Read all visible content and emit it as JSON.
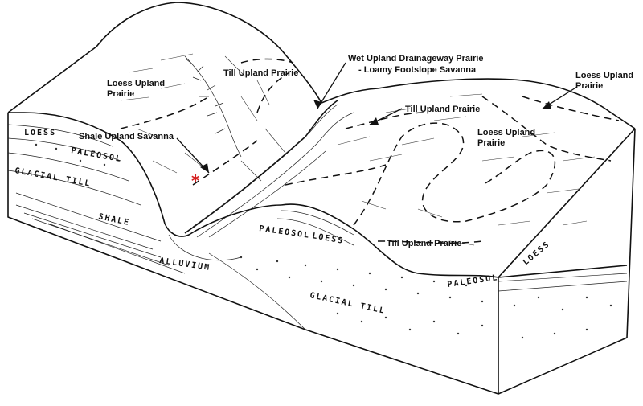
{
  "labels": {
    "loess_upland_prairie_left": [
      "Loess Upland",
      "Prairie"
    ],
    "till_upland_prairie_upper": "Till Upland Prairie",
    "wet_upland_drainageway": [
      "Wet Upland Drainageway Prairie",
      "- Loamy Footslope Savanna"
    ],
    "loess_upland_prairie_right_top": [
      "Loess Upland",
      "Prairie"
    ],
    "till_upland_prairie_right": "Till Upland Prairie",
    "loess_upland_prairie_center": [
      "Loess Upland",
      "Prairie"
    ],
    "shale_upland_savanna": "Shale Upland Savanna",
    "till_upland_prairie_lower": "Till Upland Prairie"
  },
  "strata": {
    "loess": "LOESS",
    "paleosol": "PALEOSOL",
    "glacial_till": "GLACIAL TILL",
    "shale": "SHALE",
    "alluvium": "ALLUVIUM"
  },
  "marker": {
    "symbol": "*",
    "color": "#d62020"
  },
  "colors": {
    "line": "#111111",
    "background": "#ffffff"
  }
}
